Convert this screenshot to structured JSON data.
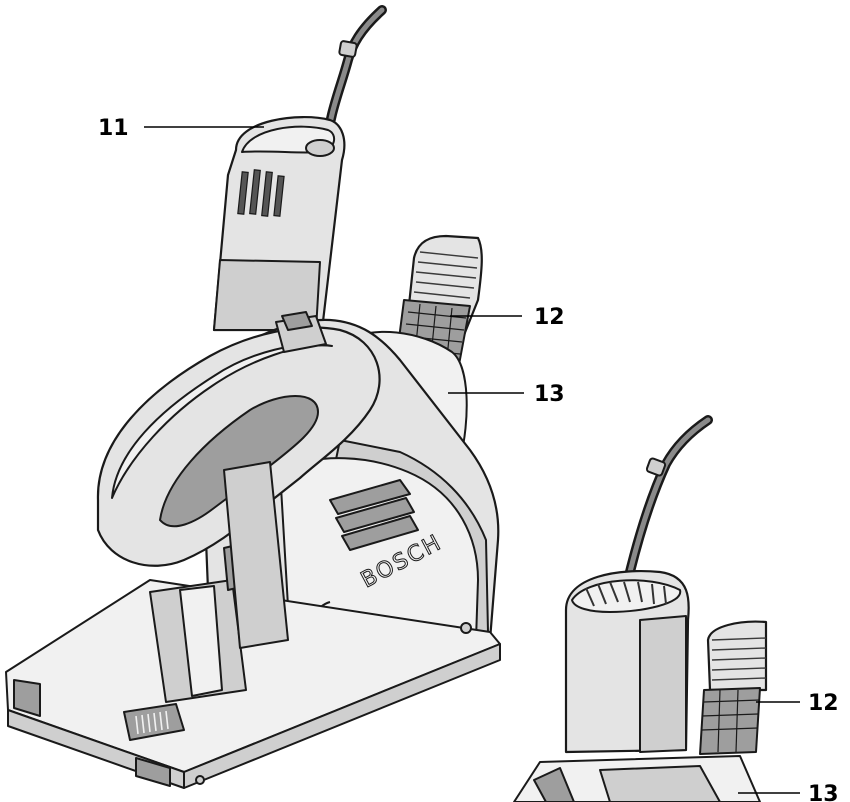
{
  "callouts": {
    "main_11": "11",
    "main_12": "12",
    "main_13": "13",
    "detail_12": "12",
    "detail_13": "13"
  },
  "brand_text": "BOSCH",
  "colors": {
    "outline": "#1a1a1a",
    "housing": "#e4e4e4",
    "highlight": "#f1f1f1",
    "shadow": "#9e9e9e"
  },
  "icons": [
    "rotation-arrow-icon"
  ]
}
